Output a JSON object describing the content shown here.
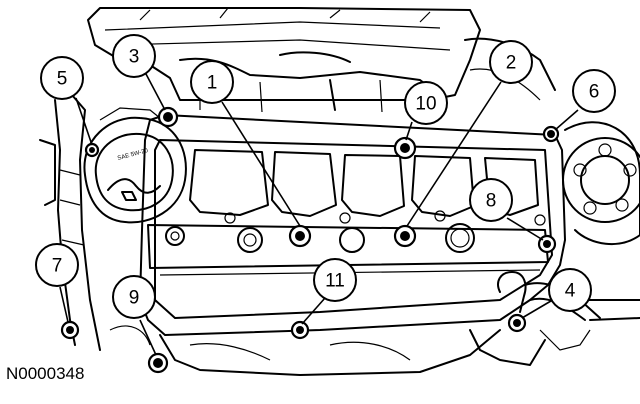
{
  "figure_id": "N0000348",
  "cap_label": "SAE 5W-20",
  "callouts": [
    {
      "label": "1"
    },
    {
      "label": "2"
    },
    {
      "label": "3"
    },
    {
      "label": "4"
    },
    {
      "label": "5"
    },
    {
      "label": "6"
    },
    {
      "label": "7"
    },
    {
      "label": "8"
    },
    {
      "label": "9"
    },
    {
      "label": "10"
    },
    {
      "label": "11"
    }
  ]
}
